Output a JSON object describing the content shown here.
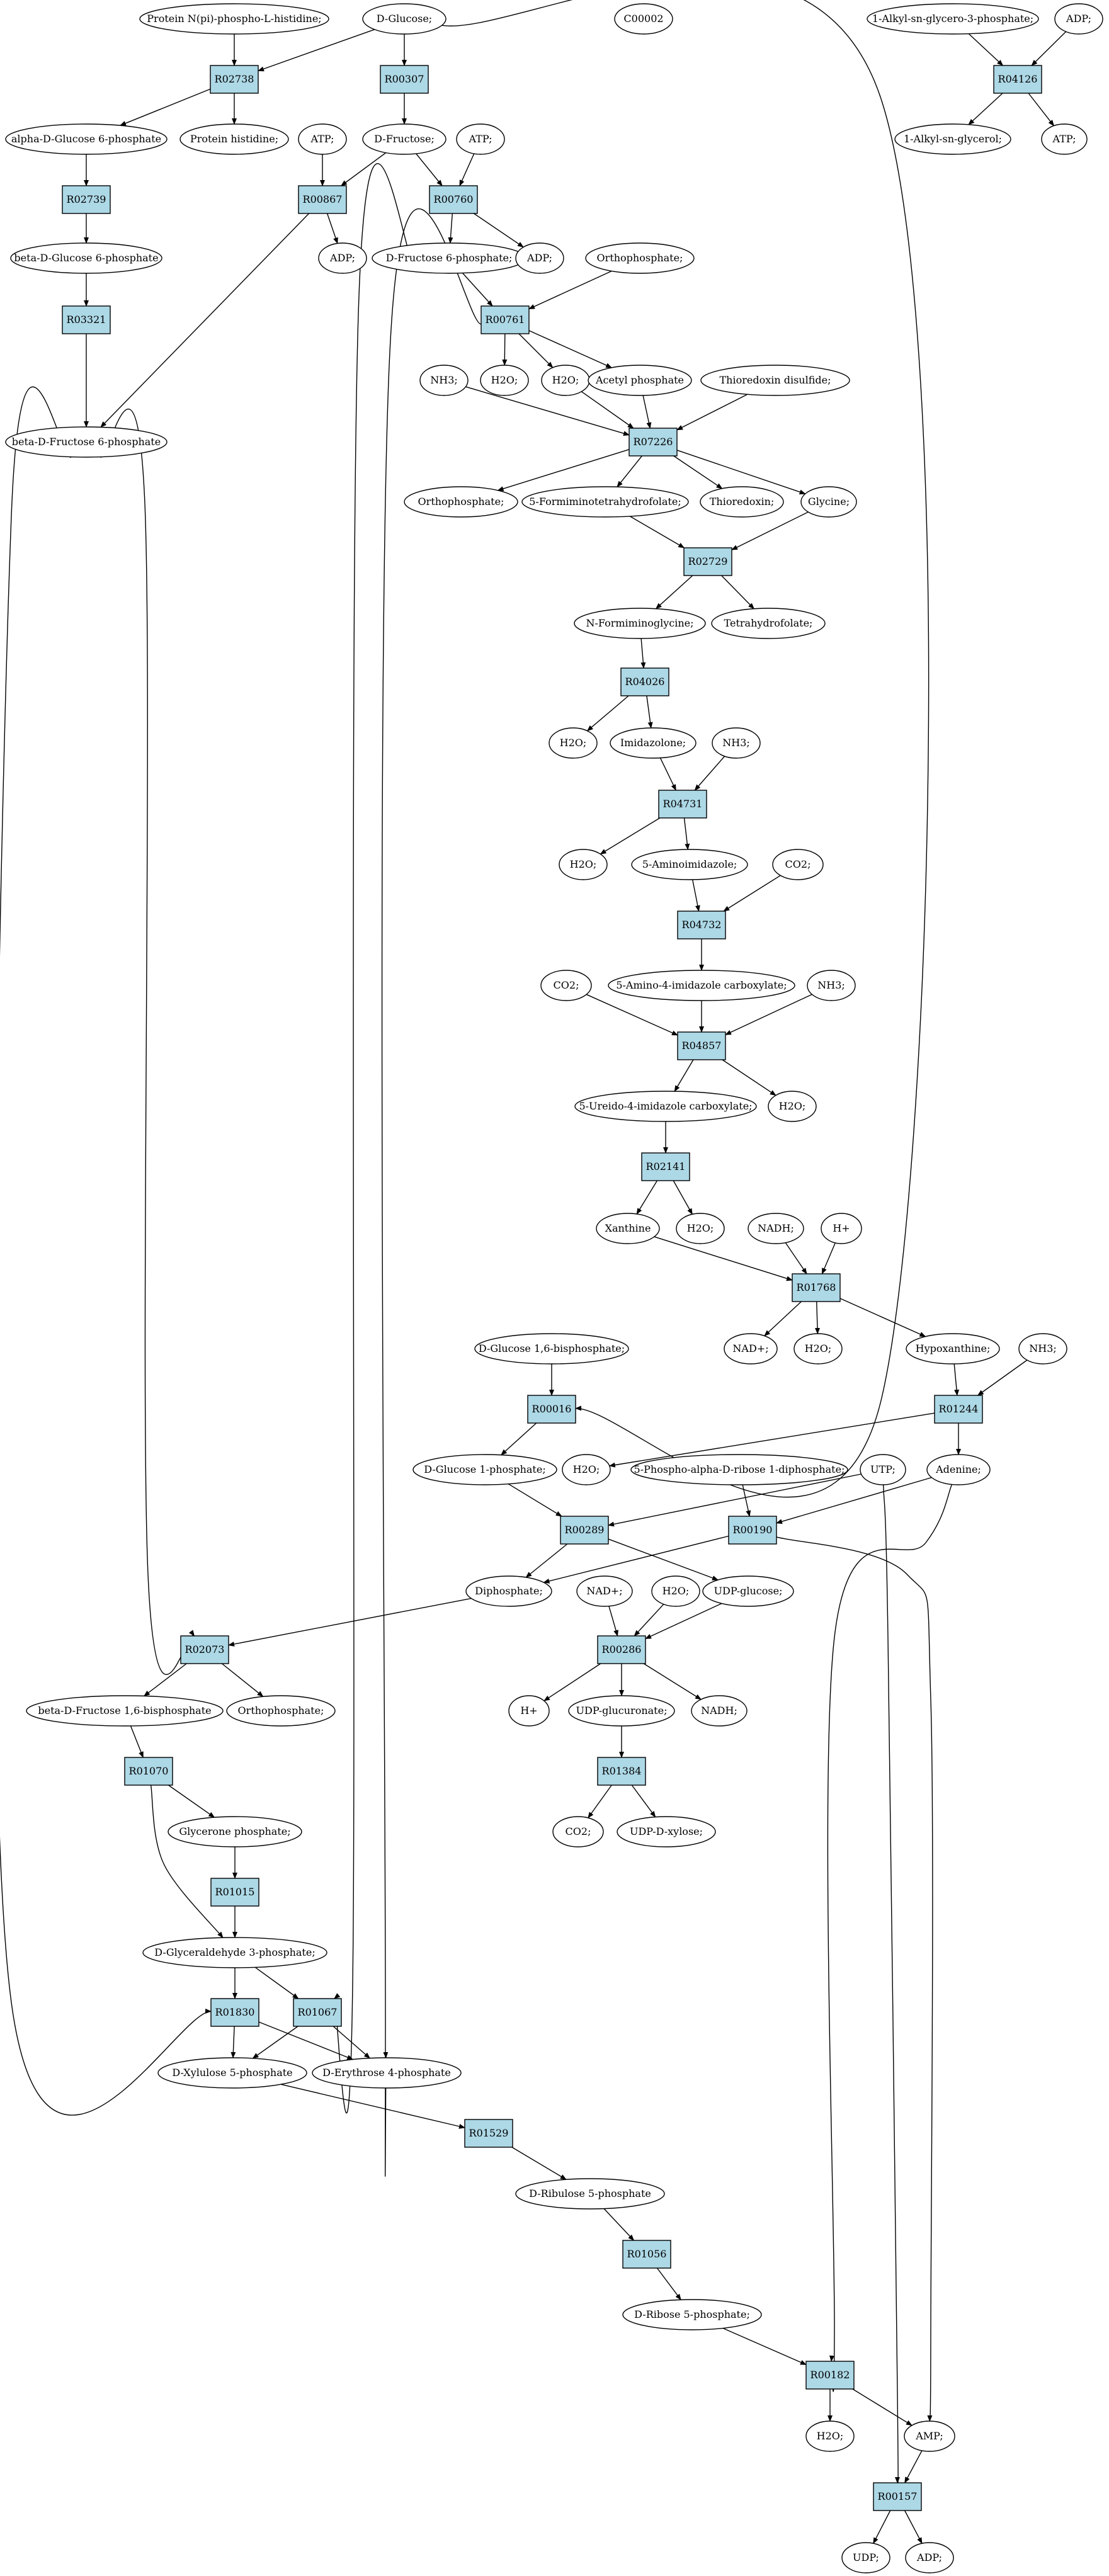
{
  "colors": {
    "reaction_fill": "#ADD8E6",
    "start_fill": "#00FF00",
    "target_fill": "#FFFF00",
    "compound_fill": "#FFFFFF"
  },
  "compounds": {
    "protein_nphospho": "Protein N(pi)-phospho-L-histidine;",
    "d_glucose": "D-Glucose;",
    "c00002": "C00002",
    "alkyl_glycero3p": "1-Alkyl-sn-glycero-3-phosphate;",
    "adp_top": "ADP;",
    "alpha_g6p": "alpha-D-Glucose 6-phosphate",
    "protein_histidine": "Protein histidine;",
    "atp_1": "ATP;",
    "atp_2": "ATP;",
    "d_fructose": "D-Fructose;",
    "alkyl_glycerol": "1-Alkyl-sn-glycerol;",
    "atp_3": "ATP;",
    "beta_g6p": "beta-D-Glucose 6-phosphate",
    "adp_1": "ADP;",
    "d_f6p": "D-Fructose 6-phosphate;",
    "adp_2": "ADP;",
    "orthophosphate_1": "Orthophosphate;",
    "nh3_1": "NH3;",
    "h2o_1": "H2O;",
    "h2o_2": "H2O;",
    "acetyl_phosphate": "Acetyl phosphate",
    "thioredoxin_disulfide": "Thioredoxin disulfide;",
    "beta_f6p": "beta-D-Fructose 6-phosphate",
    "orthophosphate_2": "Orthophosphate;",
    "formiminothf": "5-Formiminotetrahydrofolate;",
    "thioredoxin": "Thioredoxin;",
    "glycine": "Glycine;",
    "n_formiminoglycine": "N-Formiminoglycine;",
    "tetrahydrofolate": "Tetrahydrofolate;",
    "h2o_3": "H2O;",
    "imidazolone": "Imidazolone;",
    "nh3_2": "NH3;",
    "h2o_4": "H2O;",
    "aminoimidazole": "5-Aminoimidazole;",
    "co2_1": "CO2;",
    "co2_2": "CO2;",
    "amino_imidazole_carboxylate": "5-Amino-4-imidazole carboxylate;",
    "nh3_3": "NH3;",
    "ureido_imidazole_carboxylate": "5-Ureido-4-imidazole carboxylate;",
    "h2o_5": "H2O;",
    "xanthine": "Xanthine",
    "h2o_6": "H2O;",
    "nadh_1": "NADH;",
    "h_plus_1": "H+",
    "nad_plus_1": "NAD+;",
    "h2o_7": "H2O;",
    "hypoxanthine": "Hypoxanthine;",
    "nh3_4": "NH3;",
    "g16bp": "D-Glucose 1,6-bisphosphate;",
    "h2o_8": "H2O;",
    "g1p": "D-Glucose 1-phosphate;",
    "prpp": "5-Phospho-alpha-D-ribose 1-diphosphate;",
    "utp": "UTP;",
    "adenine": "Adenine;",
    "diphosphate": "Diphosphate;",
    "nad_plus_2": "NAD+;",
    "h2o_9": "H2O;",
    "udp_glucose": "UDP-glucose;",
    "beta_f16bp": "beta-D-Fructose 1,6-bisphosphate",
    "orthophosphate_3": "Orthophosphate;",
    "h_plus_2": "H+",
    "udp_glucuronate": "UDP-glucuronate;",
    "nadh_2": "NADH;",
    "glycerone_phosphate": "Glycerone phosphate;",
    "co2_3": "CO2;",
    "udp_xylose": "UDP-D-xylose;",
    "gap": "D-Glyceraldehyde 3-phosphate;",
    "xylulose5p": "D-Xylulose 5-phosphate",
    "erythrose4p": "D-Erythrose 4-phosphate",
    "ribulose5p": "D-Ribulose 5-phosphate",
    "ribose5p": "D-Ribose 5-phosphate;",
    "h2o_10": "H2O;",
    "amp": "AMP;",
    "udp": "UDP;",
    "adp_3": "ADP;"
  },
  "reactions": {
    "r02738": "R02738",
    "r00307": "R00307",
    "r04126": "R04126",
    "r02739": "R02739",
    "r00867": "R00867",
    "r00760": "R00760",
    "r03321": "R03321",
    "r00761": "R00761",
    "r07226": "R07226",
    "r02729": "R02729",
    "r04026": "R04026",
    "r04731": "R04731",
    "r04732": "R04732",
    "r04857": "R04857",
    "r02141": "R02141",
    "r01768": "R01768",
    "r00016": "R00016",
    "r01244": "R01244",
    "r00289": "R00289",
    "r00190": "R00190",
    "r02073": "R02073",
    "r00286": "R00286",
    "r01070": "R01070",
    "r01384": "R01384",
    "r01015": "R01015",
    "r01830": "R01830",
    "r01067": "R01067",
    "r01529": "R01529",
    "r01056": "R01056",
    "r00182": "R00182",
    "r00157": "R00157"
  }
}
